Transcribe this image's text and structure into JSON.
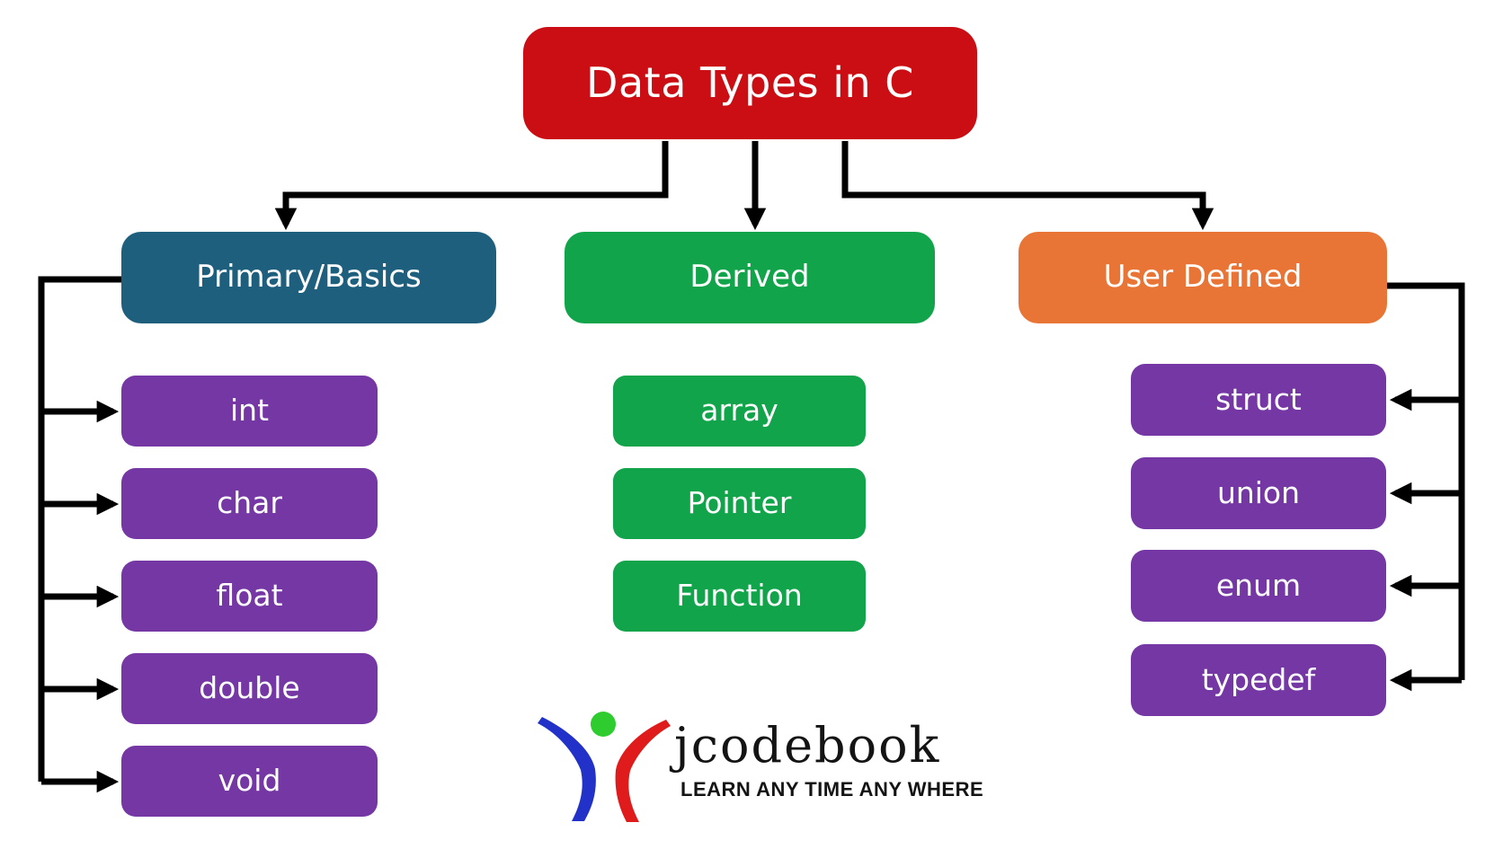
{
  "page": {
    "background": "#FFFFFF",
    "connector_color": "#000000"
  },
  "title": {
    "label": "Data Types in C",
    "color": "#CB0D14",
    "text_color": "#FFFFFF"
  },
  "branches": [
    {
      "label": "Primary/Basics",
      "color": "#1F5F7E",
      "child_color": "#7437A3",
      "children": [
        "int",
        "char",
        "float",
        "double",
        "void"
      ]
    },
    {
      "label": "Derived",
      "color": "#12A44B",
      "child_color": "#12A44B",
      "children": [
        "array",
        "Pointer",
        "Function"
      ]
    },
    {
      "label": "User Defined",
      "color": "#E87535",
      "child_color": "#7437A3",
      "children": [
        "struct",
        "union",
        "enum",
        "typedef"
      ]
    }
  ],
  "logo": {
    "wordmark": "jcodebook",
    "tagline": "LEARN ANY TIME ANY WHERE",
    "head_color": "#2ECC2E",
    "body_left_color": "#2232C8",
    "body_right_color": "#E01B1B",
    "text_color": "#141414"
  }
}
